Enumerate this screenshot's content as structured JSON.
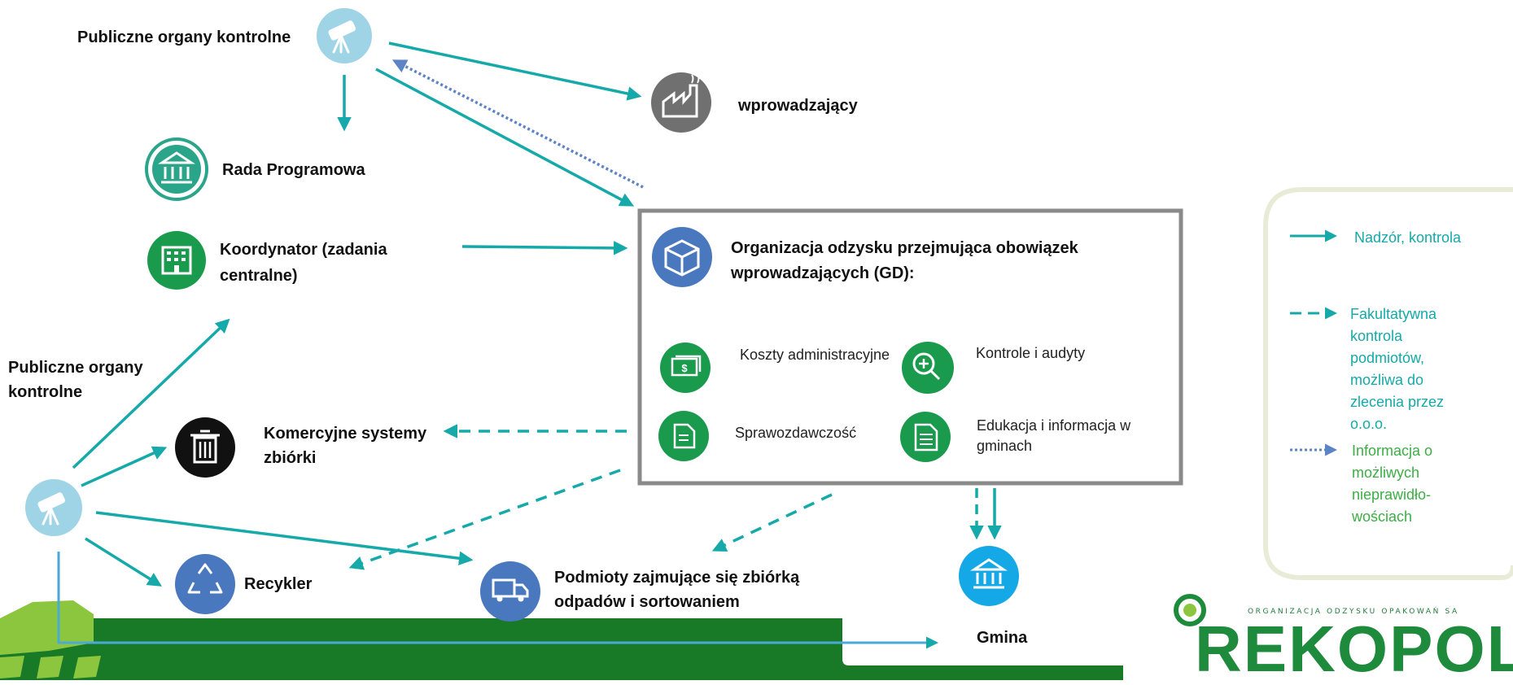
{
  "nodes": {
    "organy_top": "Publiczne organy kontrolne",
    "wprowadzajacy": "wprowadzający",
    "rada": "Rada Programowa",
    "koordynator_line1": "Koordynator (zadania",
    "koordynator_line2": "centralne)",
    "organy_left_line1": "Publiczne organy",
    "organy_left_line2": "kontrolne",
    "komercyjne_line1": "Komercyjne systemy",
    "komercyjne_line2": "zbiórki",
    "recykler": "Recykler",
    "podmioty_line1": "Podmioty zajmujące się zbiórką",
    "podmioty_line2": "odpadów i sortowaniem",
    "gmina": "Gmina"
  },
  "organization_box": {
    "title_line1": "Organizacja odzysku przejmująca obowiązek",
    "title_line2": "wprowadzających (GD):",
    "items": {
      "koszty": "Koszty administracyjne",
      "kontrole": "Kontrole i audyty",
      "sprawozdawczosc": "Sprawozdawczość",
      "edukacja_line1": "Edukacja i informacja w",
      "edukacja_line2": "gminach"
    }
  },
  "legend": {
    "solid": "Nadzór, kontrola",
    "dashed_lines": [
      "Fakultatywna",
      "kontrola",
      "podmiotów,",
      "możliwa do",
      "zlecenia przez",
      "o.o.o."
    ],
    "dotted_lines": [
      "Informacja o",
      "możliwych",
      "nieprawidło-",
      "wościach"
    ]
  },
  "logo": {
    "tagline": "ORGANIZACJA ODZYSKU OPAKOWAŃ SA",
    "name": "REKOPOL"
  },
  "icons": {
    "telescope": "telescope-icon",
    "factory": "factory-icon",
    "bank": "bank-icon",
    "office": "office-building-icon",
    "box": "package-icon",
    "money": "money-icon",
    "magnifier": "magnifier-icon",
    "report": "report-icon",
    "document": "document-icon",
    "trash": "trash-icon",
    "recycle": "recycle-icon",
    "truck": "truck-icon"
  },
  "colors": {
    "teal": "#16a9a9",
    "blue_dotted": "#5b84c4",
    "green": "#1a9a4c",
    "light_blue": "#9fd4e6",
    "grey": "#707070",
    "dark_green": "#177a25",
    "box_border": "#8a8a8a",
    "gmina_blue": "#15a8e6"
  }
}
